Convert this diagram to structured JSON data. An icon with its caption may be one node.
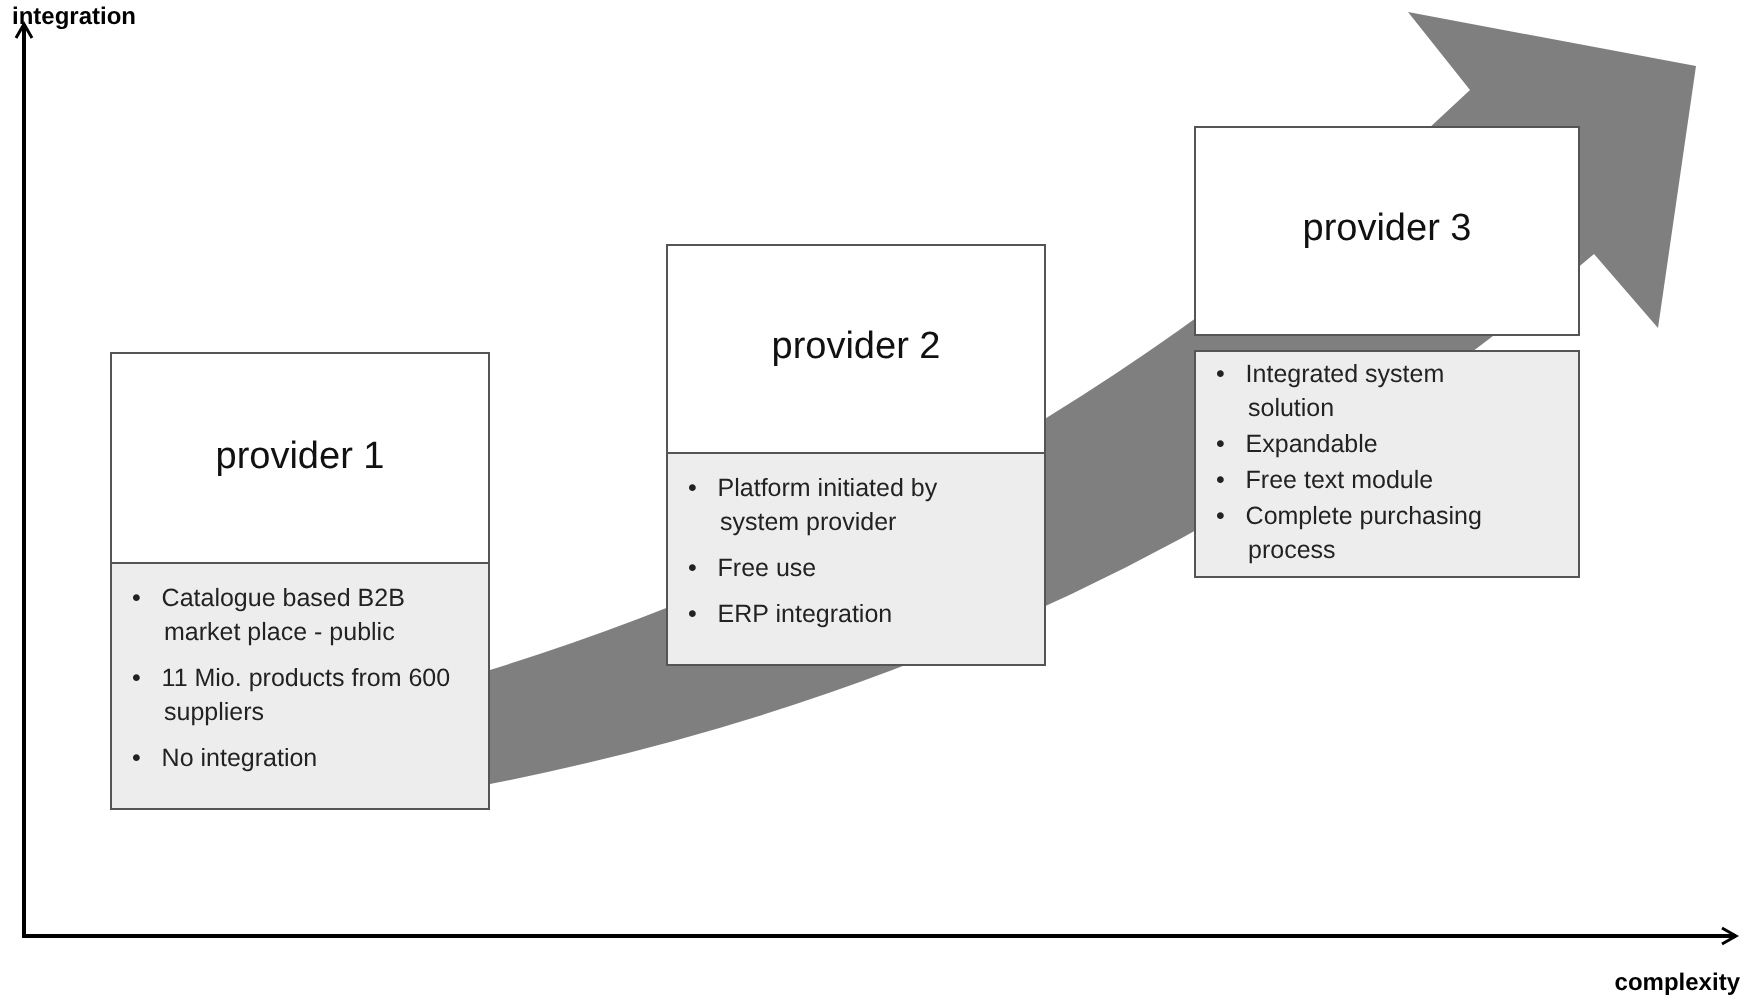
{
  "diagram": {
    "nodes": [
      {
        "text": [
          "provider 1",
          "•   Catalogue based B2B market place - public",
          "•   11 Mio. products from 600 suppliers",
          "•   No integration"
        ]
      },
      {
        "text": [
          "provider 2",
          "•   Platform initiated by system provider",
          "•   Free use",
          "•   ERP integration"
        ]
      },
      {
        "text": [
          "provider 3",
          "•   Integrated system solution",
          "•   Expandable",
          "•   Free text module",
          "•   Complete purchasing process"
        ]
      }
    ],
    "edges": [],
    "labels": [
      "integration",
      "complexity"
    ]
  }
}
